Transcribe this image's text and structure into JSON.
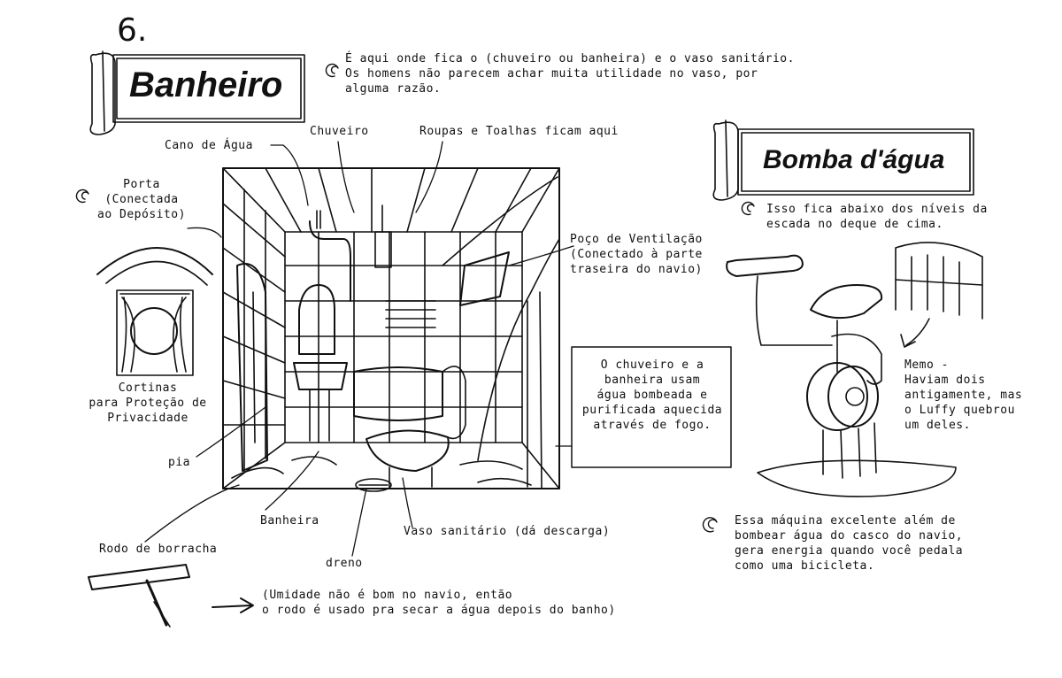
{
  "page": {
    "number": "6.",
    "bathroom_title": "Banheiro",
    "pump_title": "Bomba d'água"
  },
  "bathroom_intro": [
    "É aqui onde fica o (chuveiro ou banheira) e o vaso sanitário.",
    "Os homens não parecem achar muita utilidade no vaso, por",
    "alguma razão."
  ],
  "labels": {
    "water_pipe": "Cano de Água",
    "shower": "Chuveiro",
    "clothes_towels": "Roupas e Toalhas ficam aqui",
    "door": [
      "Porta",
      "(Conectada",
      "ao Depósito)"
    ],
    "vent_shaft": [
      "Poço de Ventilação",
      "(Conectado à parte",
      "traseira do navio)"
    ],
    "curtains": [
      "Cortinas",
      "para Proteção de",
      "Privacidade"
    ],
    "sink": "pia",
    "bathtub": "Banheira",
    "toilet": "Vaso sanitário (dá descarga)",
    "drain": "dreno",
    "squeegee": "Rodo de borracha"
  },
  "shower_note": [
    "O chuveiro e a",
    "banheira usam",
    "água bombeada e",
    "purificada aquecida",
    "através de fogo."
  ],
  "squeegee_note": [
    "(Umidade não é bom no navio, então",
    "o rodo é usado pra secar a água depois do banho)"
  ],
  "pump": {
    "location": [
      "Isso fica abaixo dos níveis da",
      "escada no deque de cima."
    ],
    "memo": [
      "Memo -",
      "Haviam dois",
      "antigamente, mas",
      "o Luffy quebrou",
      "um deles."
    ],
    "description": [
      "Essa máquina excelente além de",
      "bombear água do casco do navio,",
      "gera energia quando você pedala",
      "como uma bicicleta."
    ]
  }
}
